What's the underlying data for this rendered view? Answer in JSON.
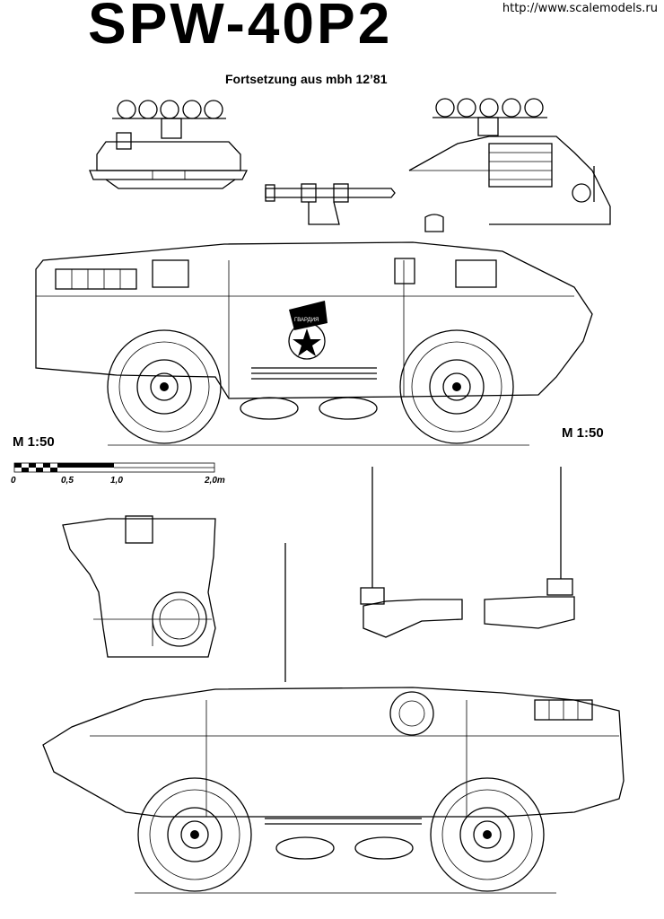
{
  "header": {
    "title": "SPW-40P2",
    "watermark": "http://www.scalemodels.ru",
    "subtitle": "Fortsetzung aus mbh 12’81"
  },
  "scale": {
    "left_label": "M 1:50",
    "right_label": "M 1:50",
    "ticks": [
      "0",
      "0,5",
      "1,0",
      "2,0m"
    ]
  },
  "emblem": {
    "text": "ГВАРДИЯ"
  },
  "colors": {
    "ink": "#000000",
    "paper": "#ffffff"
  },
  "icons": [
    "missile-launcher-icon",
    "vehicle-side-view",
    "wheel-icon",
    "guards-emblem-icon",
    "antenna-icon"
  ]
}
